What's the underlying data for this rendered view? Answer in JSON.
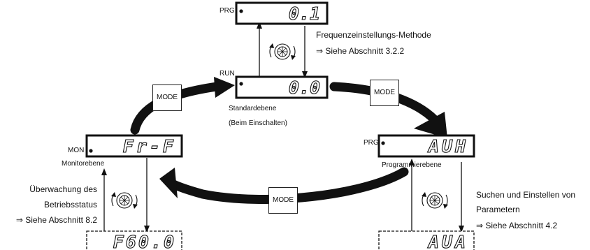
{
  "displays": {
    "standard": "0.0",
    "prg_top": "0.1",
    "monitor": "Fr-F",
    "programming": "AUH",
    "monitor_sub": "F60.0",
    "programming_sub": "AUA"
  },
  "indicators": {
    "prg_top": "PRG",
    "run": "RUN",
    "prg_right": "PRG",
    "mon": "MON"
  },
  "mode_buttons": [
    "MODE",
    "MODE",
    "MODE"
  ],
  "labels": {
    "freq_line1": "Frequenzeinstellungs-Methode",
    "freq_line2": "⇒ Siehe Abschnitt 3.2.2",
    "std_line1": "Standardebene",
    "std_line2": "(Beim Einschalten)",
    "monitor": "Monitorebene",
    "programming": "Programmierebene",
    "status_line1": "Überwachung des",
    "status_line2": "Betriebsstatus",
    "status_line3": "⇒ Siehe Abschnitt 8.2",
    "param_line1": "Suchen und Einstellen von",
    "param_line2": "Parametern",
    "param_line3": "⇒ Siehe Abschnitt 4.2"
  }
}
